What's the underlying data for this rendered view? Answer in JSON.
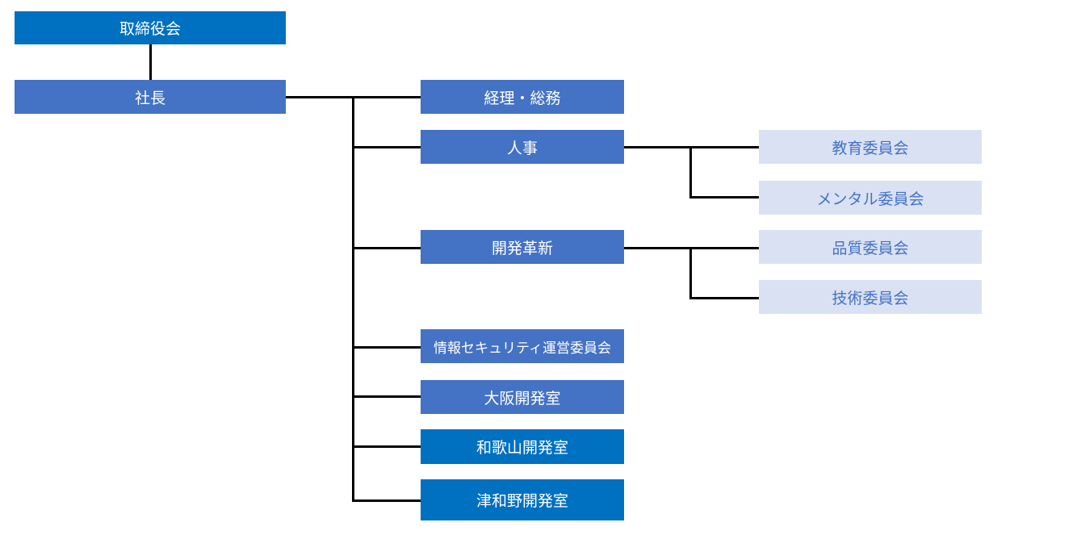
{
  "org_chart": {
    "board": {
      "label": "取締役会",
      "color": "#0070c0"
    },
    "president": {
      "label": "社長",
      "color": "#4472c4"
    },
    "departments": {
      "accounting": {
        "label": "経理・総務",
        "color": "#4472c4"
      },
      "hr": {
        "label": "人事",
        "color": "#4472c4",
        "committees": {
          "education": "教育委員会",
          "mental": "メンタル委員会"
        }
      },
      "development": {
        "label": "開発革新",
        "color": "#4472c4",
        "committees": {
          "quality": "品質委員会",
          "technology": "技術委員会"
        }
      },
      "infosec": {
        "label": "情報セキュリティ運営委員会",
        "color": "#4472c4"
      },
      "osaka": {
        "label": "大阪開発室",
        "color": "#4472c4"
      },
      "wakayama": {
        "label": "和歌山開発室",
        "color": "#0070c0"
      },
      "tsuwano": {
        "label": "津和野開発室",
        "color": "#0070c0"
      }
    },
    "committee_color": "#dae1f3"
  }
}
